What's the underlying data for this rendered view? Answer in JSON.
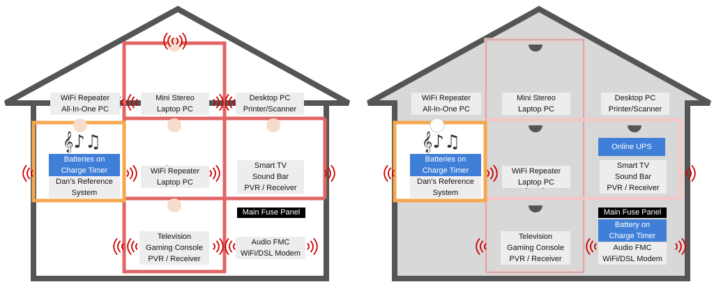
{
  "left": {
    "attic": {
      "l1": "WiFi Repeater",
      "l2": "All-In-One PC"
    },
    "attic_mid": {
      "l1": "Mini Stereo",
      "l2": "Laptop PC"
    },
    "attic_right": {
      "l1": "Desktop PC",
      "l2": "Printer/Scanner"
    },
    "mid_left_hl1": "Batteries on",
    "mid_left_hl2": "Charge Timer",
    "mid_left_l1": "Dan’s Reference",
    "mid_left_l2": "System",
    "mid_center": {
      "l1": "WiFi Repeater",
      "l2": "Laptop PC"
    },
    "mid_right": {
      "l1": "Smart TV",
      "l2": "Sound Bar",
      "l3": "PVR / Receiver"
    },
    "base_center": {
      "l1": "Television",
      "l2": "Gaming Console",
      "l3": "PVR / Receiver"
    },
    "fuse": "Main Fuse Panel",
    "base_right": {
      "l1": "Audio FMC",
      "l2": "WiFi/DSL Modem"
    }
  },
  "right": {
    "attic": {
      "l1": "WiFi Repeater",
      "l2": "All-In-One PC"
    },
    "attic_mid": {
      "l1": "Mini Stereo",
      "l2": "Laptop PC"
    },
    "attic_right": {
      "l1": "Desktop PC",
      "l2": "Printer/Scanner"
    },
    "mid_left_hl1": "Batteries on",
    "mid_left_hl2": "Charge Timer",
    "mid_left_l1": "Dan’s Reference",
    "mid_left_l2": "System",
    "ups": "Online UPS",
    "mid_center": {
      "l1": "WiFi Repeater",
      "l2": "Laptop PC"
    },
    "mid_right": {
      "l1": "Smart TV",
      "l2": "Sound Bar",
      "l3": "PVR / Receiver"
    },
    "base_center": {
      "l1": "Television",
      "l2": "Gaming Console",
      "l3": "PVR / Receiver"
    },
    "fuse": "Main Fuse Panel",
    "battery1": "Battery on",
    "battery2": "Charge Timer",
    "base_right": {
      "l1": "Audio FMC",
      "l2": "WiFi/DSL Modem"
    }
  },
  "colors": {
    "wall": "#555555",
    "grid_left": "#e06666",
    "grid_right": "#f4c7c7",
    "highlight": "#f5a84e",
    "blue": "#3f7fd8",
    "fill_right": "#d8d8d8"
  },
  "icons": [
    "music-notes-icon",
    "ceiling-light-icon",
    "wifi-signal-icon",
    "x-mark-icon"
  ]
}
